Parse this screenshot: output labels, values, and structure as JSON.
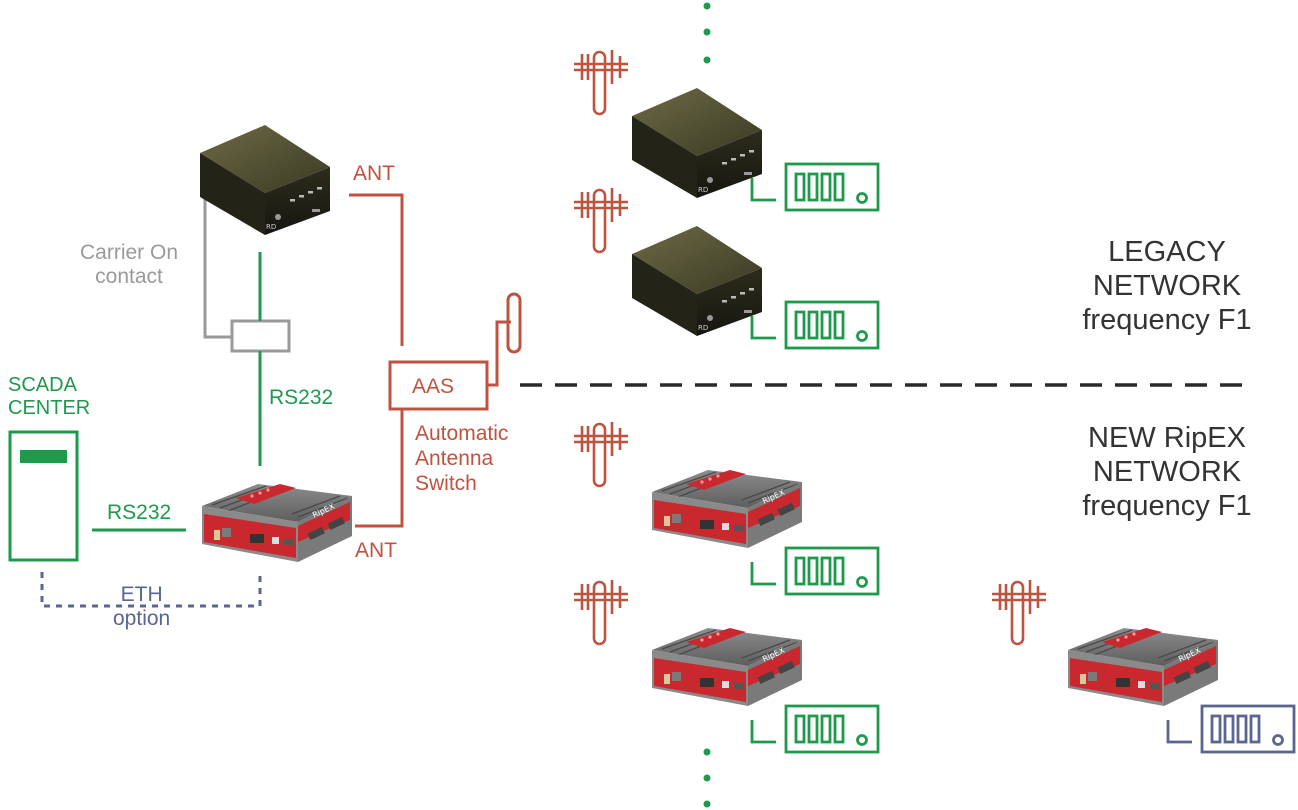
{
  "colors": {
    "green": "#1d9a4b",
    "red": "#c0533f",
    "gray": "#9a9a9a",
    "blue": "#5a6690",
    "text": "#333333"
  },
  "labels": {
    "carrier_on": [
      "Carrier On",
      "contact"
    ],
    "scada_center": [
      "SCADA",
      "CENTER"
    ],
    "rs232_vertical": "RS232",
    "rs232_horizontal": "RS232",
    "eth_option": [
      "ETH",
      "option"
    ],
    "ant_top": "ANT",
    "ant_bottom": "ANT",
    "aas": "AAS",
    "aas_description": [
      "Automatic",
      "Antenna",
      "Switch"
    ],
    "legacy_network": [
      "LEGACY",
      "NETWORK",
      "frequency F1"
    ],
    "new_network": [
      "NEW RipEX",
      "NETWORK",
      "frequency F1"
    ],
    "ripex_brand": "RipEX"
  },
  "icons": {
    "legacy_radio": "legacy-radio-unit-icon",
    "ripex_radio": "ripex-radio-unit-icon",
    "antenna": "yagi-antenna-icon",
    "rtu": "rtu-device-icon",
    "scada": "scada-server-icon"
  }
}
